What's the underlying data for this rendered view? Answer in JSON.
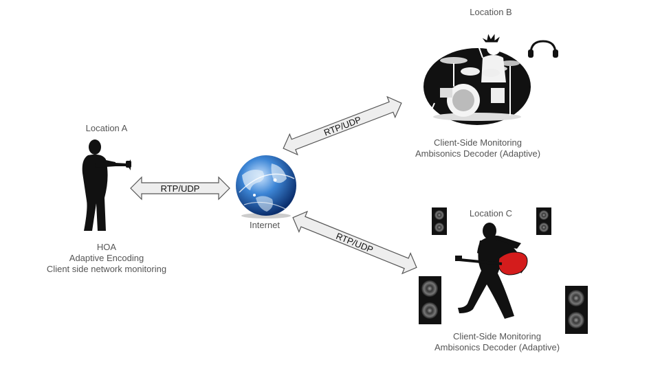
{
  "location_a": {
    "title": "Location A",
    "lines": [
      "HOA",
      "Adaptive Encoding",
      "Client side network monitoring"
    ]
  },
  "location_b": {
    "title": "Location B",
    "lines": [
      "Client-Side Monitoring",
      "Ambisonics Decoder (Adaptive)"
    ]
  },
  "location_c": {
    "title": "Location C",
    "lines": [
      "Client-Side Monitoring",
      "Ambisonics Decoder (Adaptive)"
    ]
  },
  "internet": {
    "label": "Internet"
  },
  "links": {
    "a_internet": "RTP/UDP",
    "internet_b": "RTP/UDP",
    "internet_c": "RTP/UDP"
  },
  "colors": {
    "text": "#555555",
    "arrow_fill": "#eeeeee",
    "arrow_stroke": "#555555",
    "guitar": "#d41c1c",
    "globe": "#2f6fc2"
  },
  "icons": [
    "trumpet-player-icon",
    "drummer-icon",
    "headphones-icon",
    "guitarist-icon",
    "speaker-icon",
    "globe-icon"
  ]
}
